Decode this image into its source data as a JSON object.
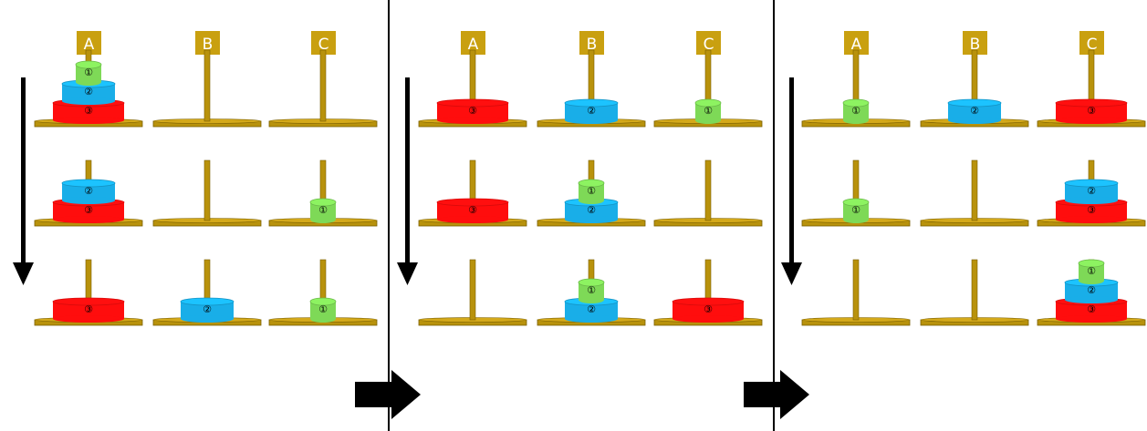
{
  "peg_names": [
    "A",
    "B",
    "C"
  ],
  "disk_glyphs": {
    "1": "①",
    "2": "②",
    "3": "③"
  },
  "colors": {
    "rod": "#b8920c",
    "rod_edge": "#7a5f00",
    "base_top": "#d4a91a",
    "disk_1": "#7ed957",
    "disk_2": "#19aee8",
    "disk_3": "#ff0d0d",
    "label_bg": "#c9a010",
    "arrow": "#000000",
    "divider": "#000000"
  },
  "panels": [
    {
      "rows": [
        {
          "pegs": [
            [
              3,
              2,
              1
            ],
            [],
            []
          ]
        },
        {
          "pegs": [
            [
              3,
              2
            ],
            [],
            [
              1
            ]
          ]
        },
        {
          "pegs": [
            [
              3
            ],
            [
              2
            ],
            [
              1
            ]
          ]
        }
      ]
    },
    {
      "rows": [
        {
          "pegs": [
            [
              3
            ],
            [
              2
            ],
            [
              1
            ]
          ]
        },
        {
          "pegs": [
            [
              3
            ],
            [
              2,
              1
            ],
            []
          ]
        },
        {
          "pegs": [
            [],
            [
              2,
              1
            ],
            [
              3
            ]
          ]
        }
      ]
    },
    {
      "rows": [
        {
          "pegs": [
            [
              1
            ],
            [
              2
            ],
            [
              3
            ]
          ]
        },
        {
          "pegs": [
            [
              1
            ],
            [],
            [
              3,
              2
            ]
          ]
        },
        {
          "pegs": [
            [],
            [],
            [
              3,
              2,
              1
            ]
          ]
        }
      ]
    }
  ]
}
